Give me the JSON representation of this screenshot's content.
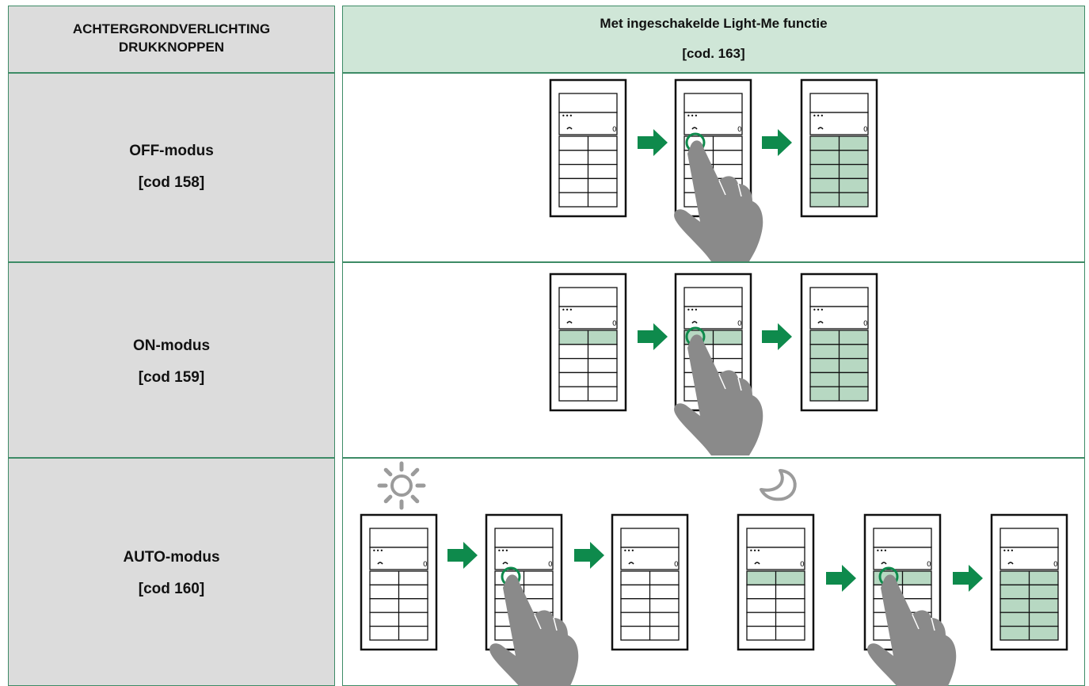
{
  "header": {
    "left_line1": "ACHTERGRONDVERLICHTING",
    "left_line2": "DRUKKNOPPEN",
    "right_line1": "Met ingeschakelde Light-Me functie",
    "right_line2": "[cod. 163]"
  },
  "rows": [
    {
      "mode": "OFF-modus",
      "code": "[cod 158]"
    },
    {
      "mode": "ON-modus",
      "code": "[cod 159]"
    },
    {
      "mode": "AUTO-modus",
      "code": "[cod 160]"
    }
  ],
  "device_display_value": "0",
  "colors": {
    "border": "#3d8b66",
    "header_left_bg": "#dcdcdc",
    "header_right_bg": "#cfe6d7",
    "arrow": "#0e8a4c",
    "lit_key": "#b7d8c2",
    "hand": "#8a8a8a",
    "touch_ring": "#0e8a4c"
  },
  "icons": [
    "sun-icon",
    "moon-icon",
    "hand-icon",
    "arrow-right-icon"
  ]
}
